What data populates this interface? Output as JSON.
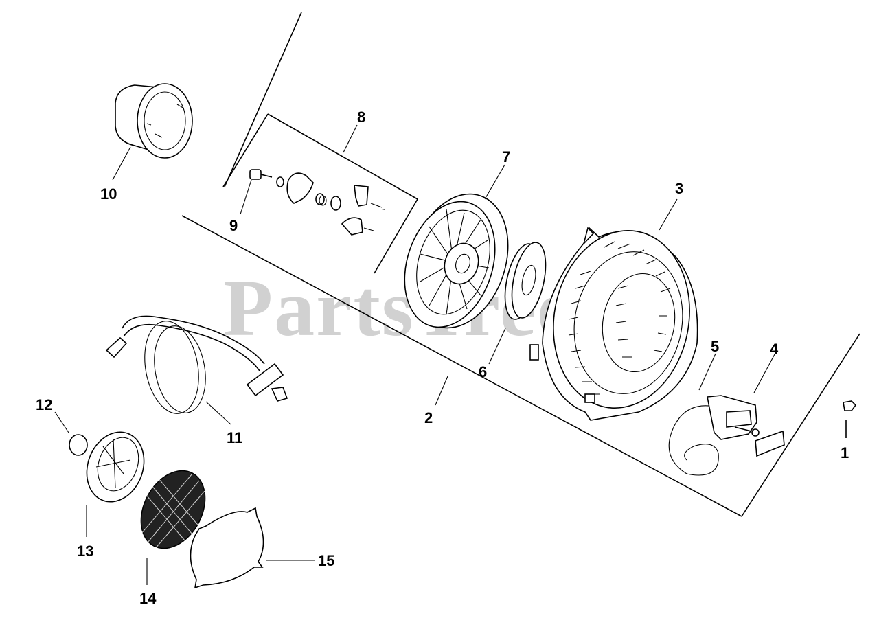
{
  "watermark": "PartsTree",
  "callouts": {
    "c1": "1",
    "c2": "2",
    "c3": "3",
    "c4": "4",
    "c5": "5",
    "c6": "6",
    "c7": "7",
    "c8": "8",
    "c9": "9",
    "c10": "10",
    "c11": "11",
    "c12": "12",
    "c13": "13",
    "c14": "14",
    "c15": "15"
  }
}
